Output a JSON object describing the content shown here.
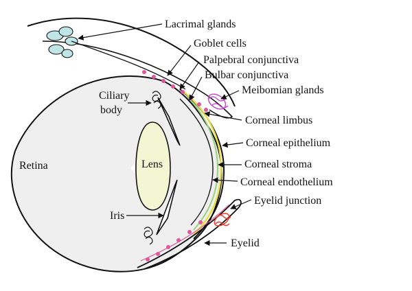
{
  "labels": {
    "lacrimal_glands": "Lacrimal glands",
    "goblet_cells": "Goblet cells",
    "palpebral_conjunctiva": "Palpebral conjunctiva",
    "bulbar_conjunctiva": "Bulbar conjunctiva",
    "meibomian_glands": "Meibomian glands",
    "ciliary_body_line1": "Ciliary",
    "ciliary_body_line2": "body",
    "corneal_limbus": "Corneal limbus",
    "corneal_epithelium": "Corneal epithelium",
    "retina": "Retina",
    "lens": "Lens",
    "corneal_stroma": "Corneal stroma",
    "corneal_endothelium": "Corneal endothelium",
    "eyelid_junction": "Eyelid junction",
    "iris": "Iris",
    "eyelid": "Eyelid"
  },
  "colors": {
    "line": "#111111",
    "eye_fill": "#efefef",
    "lens_fill": "#f2f6d2",
    "goblet_cells": "#e0559c",
    "lacrimal_gland_fill": "#bfe5e6",
    "meibomian_gland": "#c94bcf",
    "eyelid_junction": "#e23a2a",
    "epithelium_yellow": "#e9e040",
    "stroma_green": "#9ad27a"
  }
}
